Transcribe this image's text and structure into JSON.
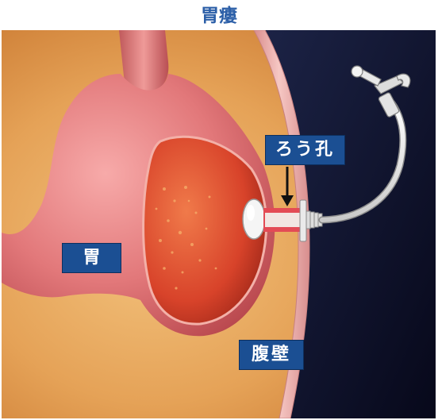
{
  "title": "胃瘻",
  "labels": {
    "stomach": "胃",
    "fistula": "ろう孔",
    "abdominal_wall": "腹壁"
  },
  "colors": {
    "title": "#2c5fa8",
    "label_bg": "#1b4f93",
    "label_text": "#ffffff",
    "background_warm": "#e8a35a",
    "background_dark": "#121530",
    "stomach": "#e2787a",
    "stomach_interior": "#d8432a",
    "abdominal_wall": "#f1b7b4"
  }
}
